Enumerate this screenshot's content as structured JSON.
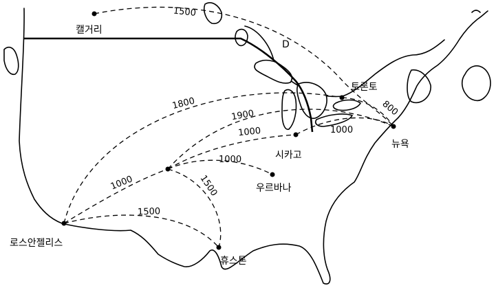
{
  "cities": {
    "calgary": "캘거리",
    "toronto": "토론토",
    "new_york": "뉴욕",
    "chicago": "시카고",
    "urbana": "우르바나",
    "los_angeles": "로스안젤리스",
    "houston": "휴스톤",
    "hub": ""
  },
  "routes": {
    "calgary_new_york": "1500",
    "la_toronto": "1800",
    "hub_new_york": "1900",
    "hub_chicago": "1000",
    "chicago_new_york": "1000",
    "toronto_new_york": "800",
    "la_hub": "1000",
    "hub_urbana": "1000",
    "hub_houston": "1500",
    "la_houston": "1500"
  },
  "annotations": {
    "d_mark": "D"
  }
}
